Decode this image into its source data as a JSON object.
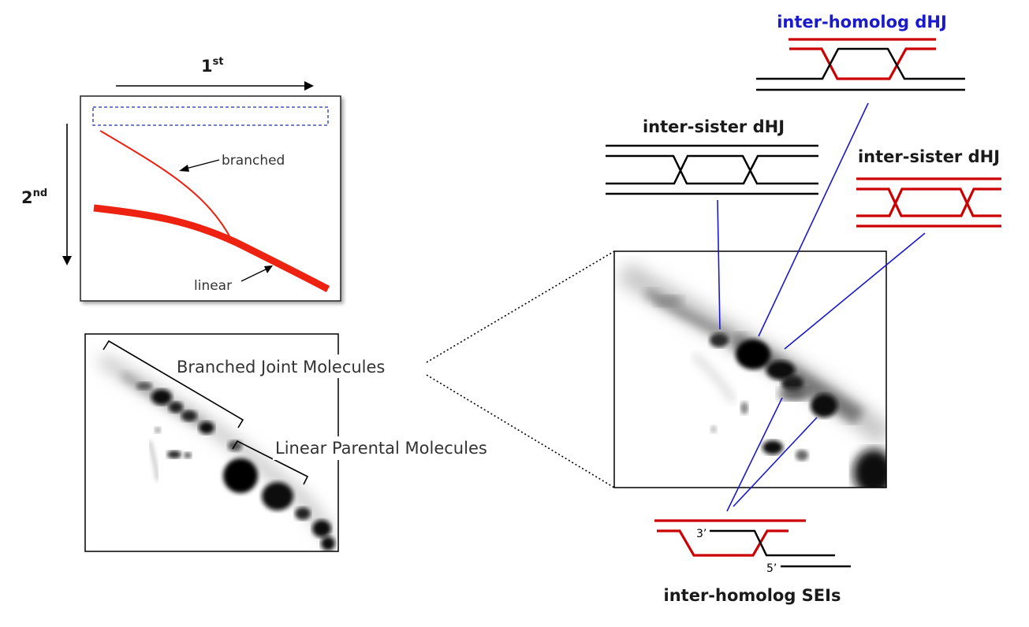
{
  "schematic": {
    "first_dimension": "1",
    "first_suffix": "st",
    "second_dimension": "2",
    "second_suffix": "nd",
    "branched_label": "branched",
    "linear_label": "linear"
  },
  "gel_small": {
    "branched_label": "Branched Joint Molecules",
    "linear_label": "Linear Parental Molecules"
  },
  "structures": {
    "homolog_dhj": "inter-homolog dHJ",
    "sister_dhj_black": "inter-sister dHJ",
    "sister_dhj_red": "inter-sister dHJ",
    "homolog_sei": "inter-homolog SEIs",
    "three_prime": "3’",
    "five_prime": "5’"
  },
  "colors": {
    "red_strand": "#cc0000",
    "schematic_red": "#ee2211",
    "blue_line": "#1a1acc",
    "title_blue": "#1a1acc",
    "dashed_box": "#2233aa",
    "black": "#000000"
  }
}
